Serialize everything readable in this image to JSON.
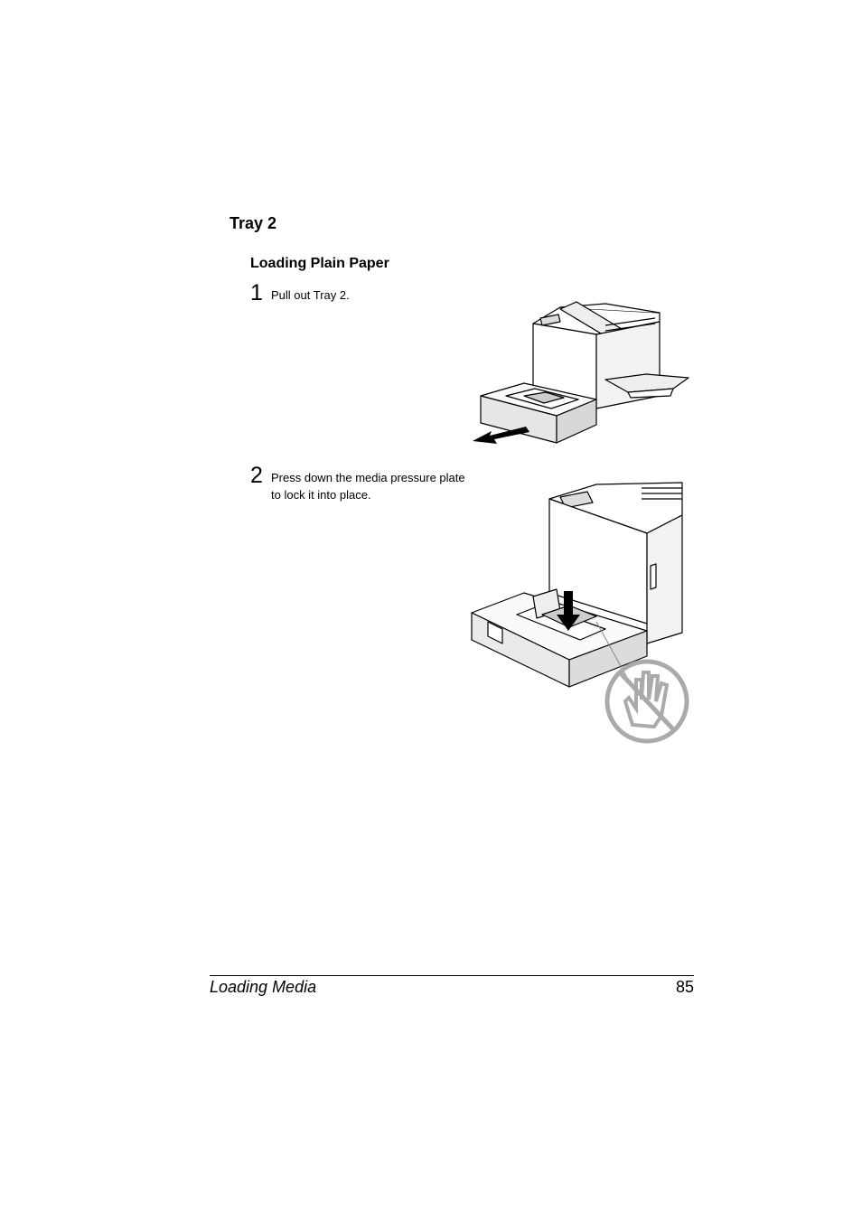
{
  "section": {
    "title": "Tray 2"
  },
  "subsection": {
    "title": "Loading Plain Paper"
  },
  "steps": [
    {
      "number": "1",
      "text": "Pull out Tray 2."
    },
    {
      "number": "2",
      "text": "Press down the media pressure plate to lock it into place."
    }
  ],
  "figures": {
    "fig1": {
      "icons": [
        "printer-illustration",
        "pull-arrow-icon"
      ]
    },
    "fig2": {
      "icons": [
        "printer-tray-illustration",
        "press-down-arrow-icon",
        "no-touch-hand-icon"
      ]
    }
  },
  "footer": {
    "chapter": "Loading Media",
    "page_number": "85"
  }
}
